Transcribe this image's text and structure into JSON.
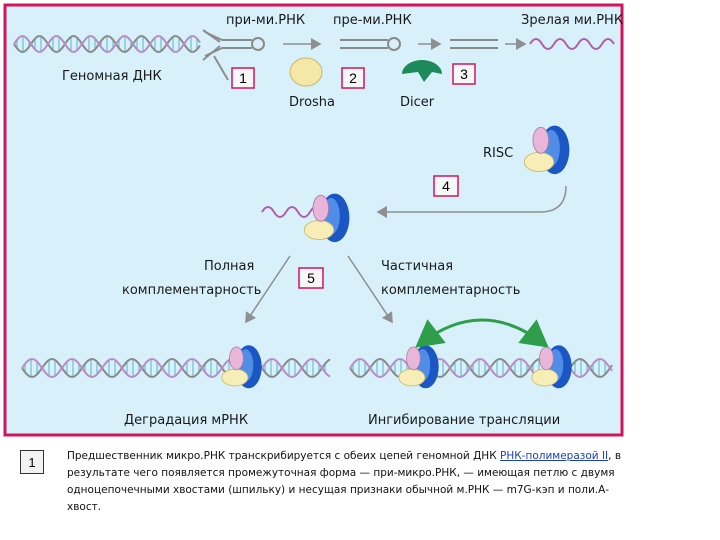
{
  "diagram": {
    "labels": {
      "genomic_dna": "Геномная ДНК",
      "pri_mirna": "при-ми.РНК",
      "pre_mirna": "пре-ми.РНК",
      "mature_mirna": "Зрелая ми.РНК",
      "drosha": "Drosha",
      "dicer": "Dicer",
      "risc": "RISC",
      "full_line1": "Полная",
      "full_line2": "комплементарность",
      "partial_line1": "Частичная",
      "partial_line2": "комплементарность",
      "degradation": "Деградация мРНК",
      "inhibition": "Ингибирование трансляции"
    },
    "steps": [
      "1",
      "2",
      "3",
      "4",
      "5"
    ],
    "colors": {
      "background": "#d7f0fa",
      "frame": "#d4145a",
      "dna_strand_a": "#8a8a8a",
      "dna_strand_b": "#b98cc6",
      "dna_rungs": "#55b8c8",
      "mirna_strand": "#b05fa8",
      "arrow": "#8f8f8f",
      "drosha": "#f5e7a8",
      "dicer": "#1c8a5a",
      "risc_blue": "#1a56c4",
      "risc_pink": "#e7b6d8",
      "risc_yellow": "#f7edb6",
      "green_arrow": "#2e9e4b"
    }
  },
  "caption": {
    "number": "1",
    "text_before": "Предшественник микро.РНК транскрибируется с обеих цепей геномной ДНК ",
    "link": "РНК-полимеразой II",
    "text_after": ", в результате чего появляется промежуточная форма — при-микро.РНК, — имеющая петлю с двумя одноцепочечными хвостами (шпильку) и несущая признаки обычной м.РНК — m7G-кэп и поли.А-хвост."
  }
}
